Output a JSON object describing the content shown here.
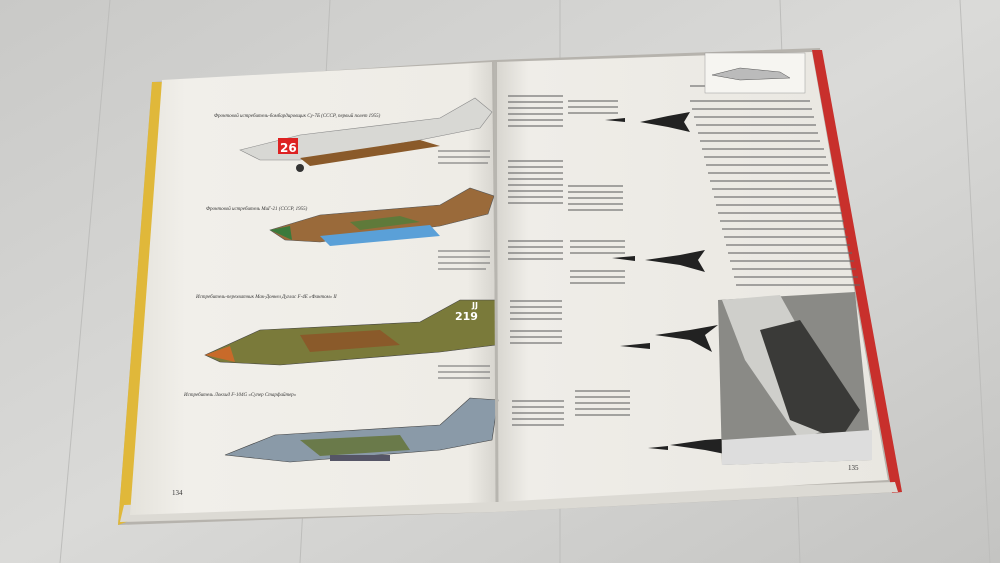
{
  "book": {
    "left_page": {
      "page_number": "134",
      "captions": [
        "Фронтовой истребитель-бомбардировщик Су-7Б (СССР, первый полет 1955)",
        "Фронтовой истребитель МиГ-21 (СССР, 1955)",
        "Истребитель-перехватчик Мак-Доннел Дуглас F-4E «Фантом» II",
        "Истребитель Локхид F-104G «Супер Старфайтер»"
      ],
      "aircraft_markings": [
        "26",
        "219",
        "JJ"
      ]
    },
    "right_page": {
      "page_number": "135"
    }
  },
  "colors": {
    "floor": "#d2d2d0",
    "page": "#eeece6",
    "cover_red": "#c8302c",
    "cover_yellow": "#e0b83a"
  }
}
